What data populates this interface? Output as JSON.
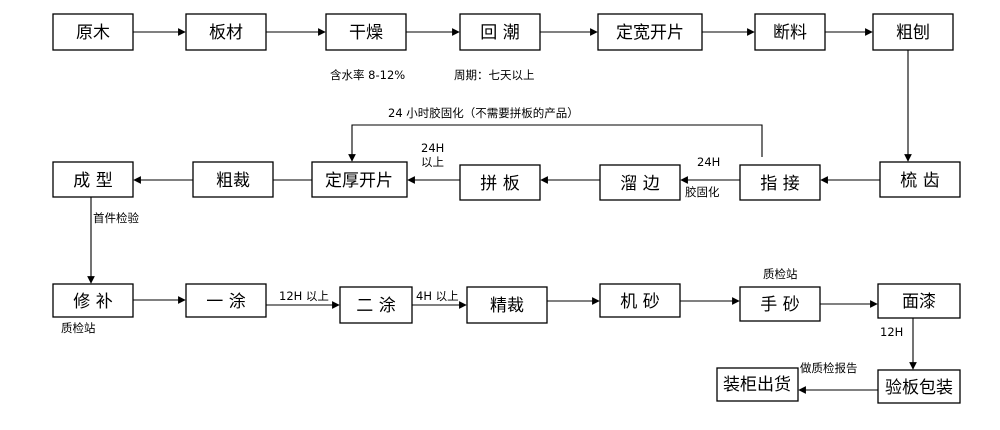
{
  "steps": {
    "s1": "原木",
    "s2": "板材",
    "s3": "干燥",
    "s4": "回 潮",
    "s5": "定宽开片",
    "s6": "断料",
    "s7": "粗刨",
    "s8": "梳 齿",
    "s9": "指 接",
    "s10": "溜 边",
    "s11": "拼 板",
    "s12": "定厚开片",
    "s13": "粗裁",
    "s14": "成 型",
    "s15": "修 补",
    "s16": "一 涂",
    "s17": "二 涂",
    "s18": "精裁",
    "s19": "机 砂",
    "s20": "手 砂",
    "s21": "面漆",
    "s22": "验板包装",
    "s23": "装柜出货"
  },
  "notes": {
    "moisture": "含水率 8-12%",
    "cycle": "周期：七天以上",
    "glue_24h_note": "24 小时胶固化（不需要拼板的产品）",
    "h24_a": "24H",
    "h24_b": "24H",
    "above_a": "以上",
    "glue_cure": "胶固化",
    "first_piece": "首件检验",
    "qc_station_1": "质检站",
    "qc_station_2": "质检站",
    "h12_above": "12H 以上",
    "h4_above": "4H 以上",
    "h12": "12H",
    "qc_report": "做质检报告"
  }
}
